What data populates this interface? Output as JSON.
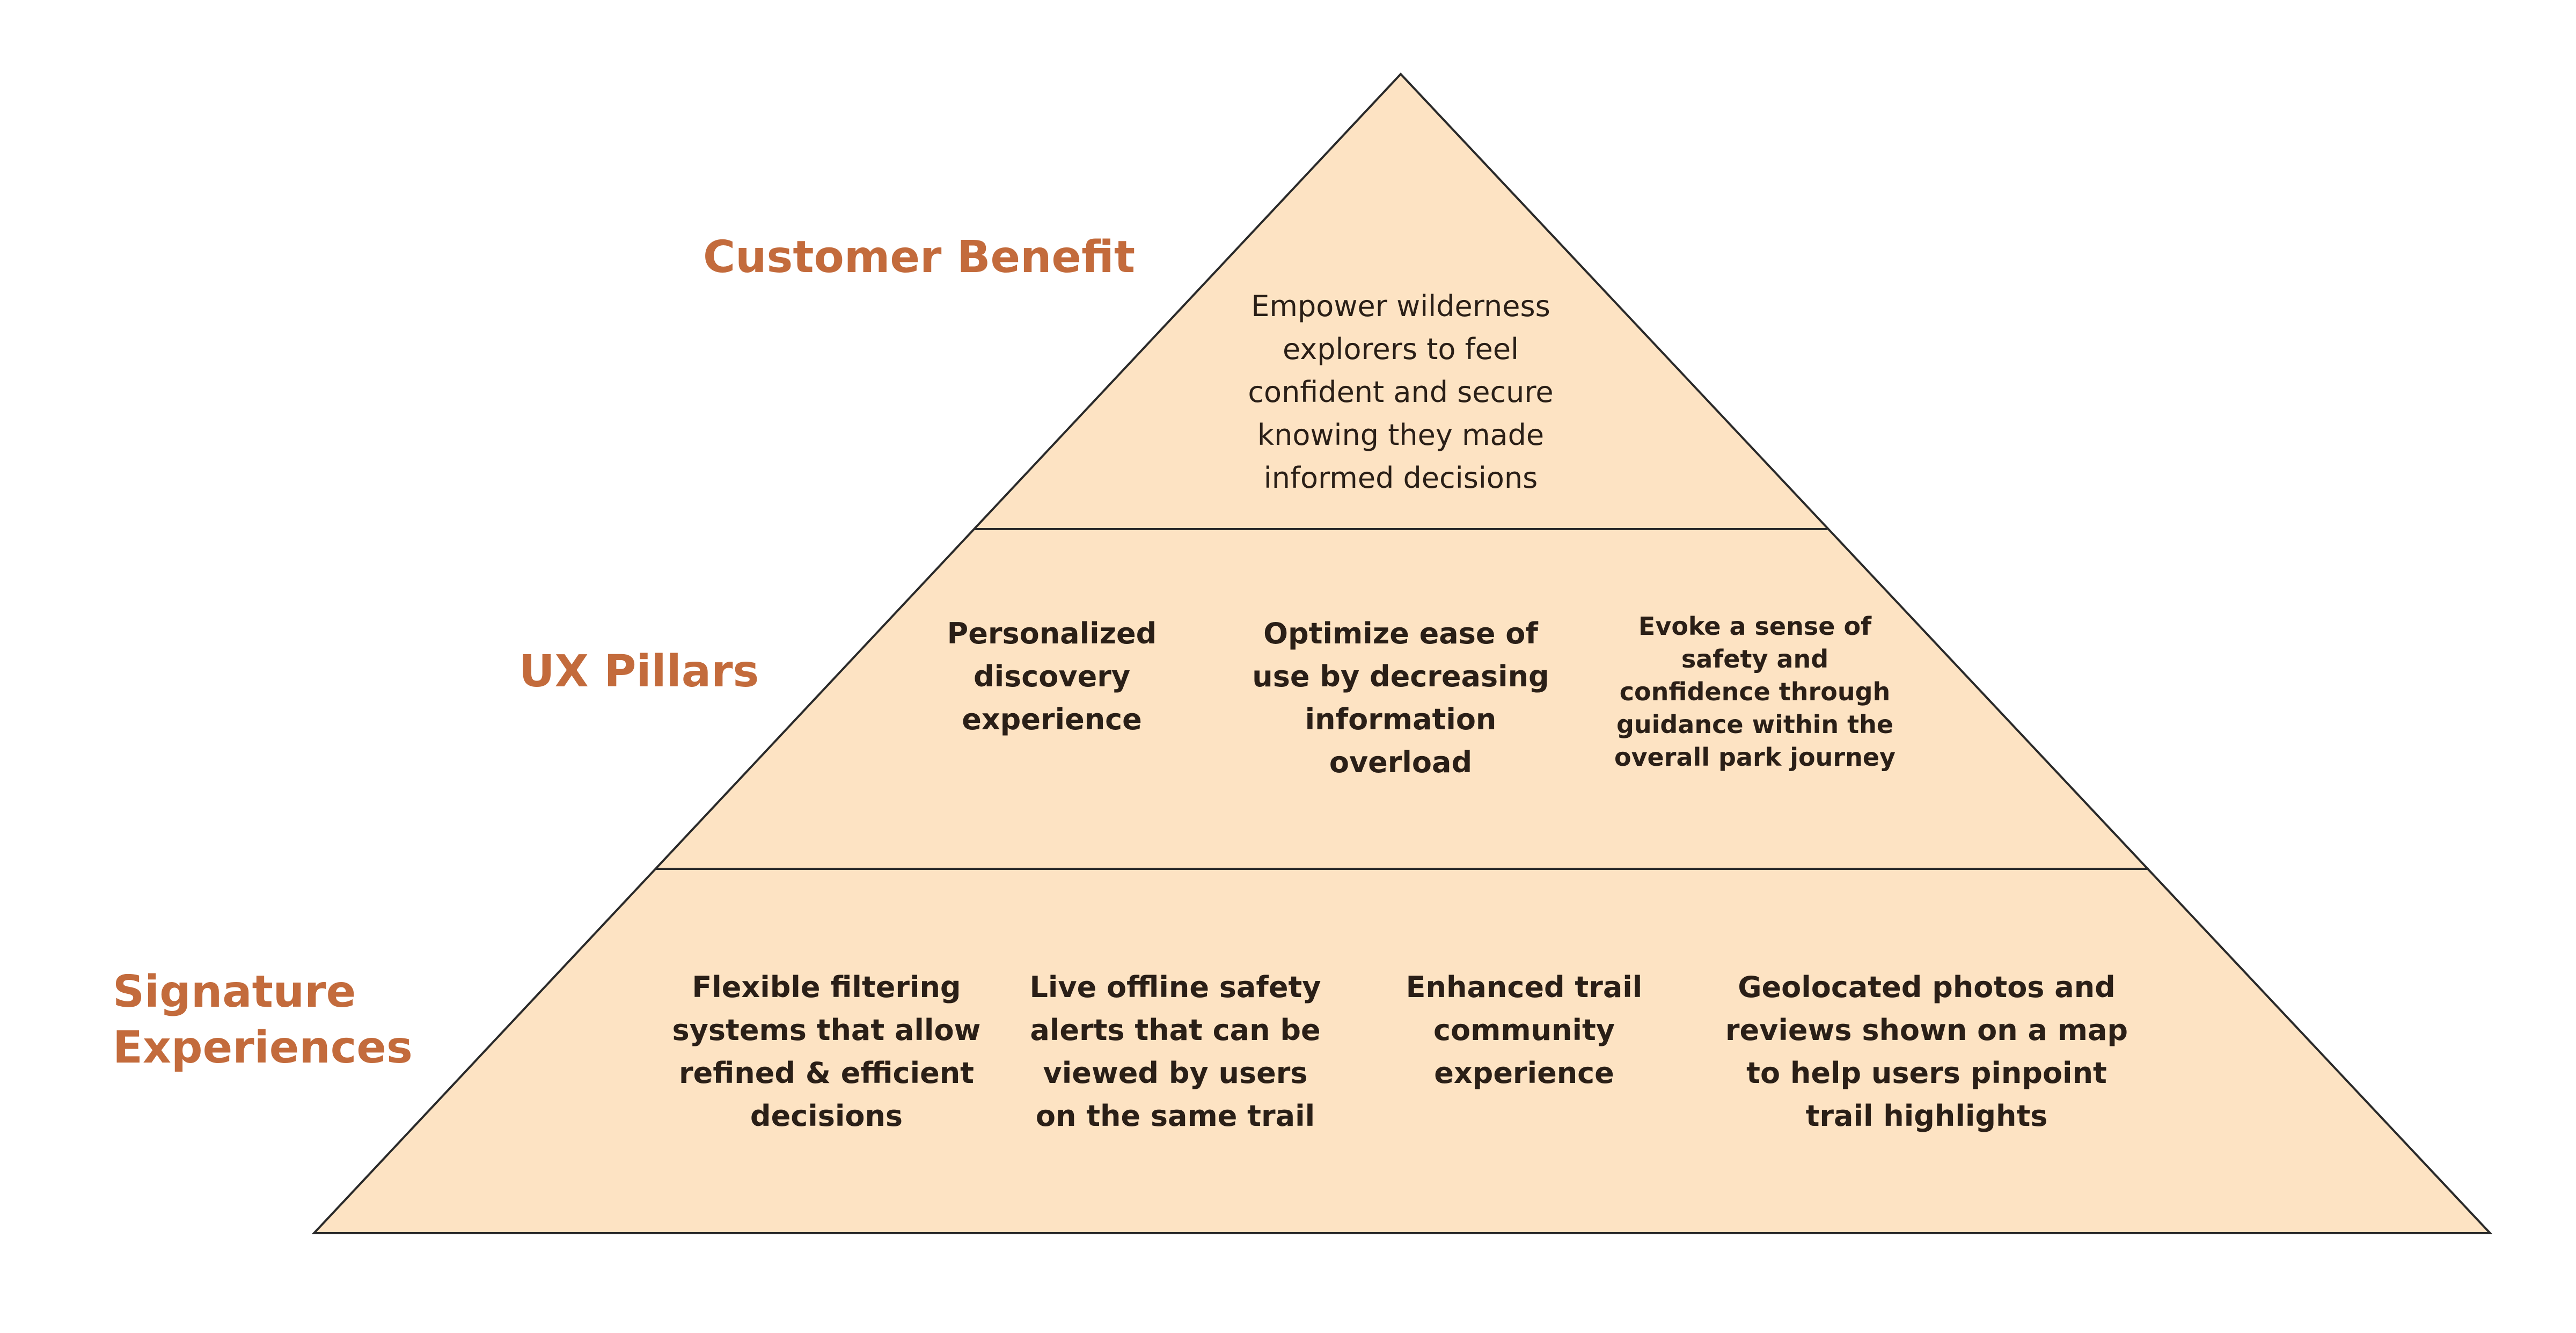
{
  "colors": {
    "fill": "#FDE3C3",
    "stroke": "#2A2A2A",
    "accent": "#C36B3C",
    "text": "#2A1F17"
  },
  "tiers": {
    "customer_benefit": {
      "label": "Customer Benefit",
      "text": "Empower wilderness\nexplorers to feel\nconfident and secure\nknowing they made\ninformed decisions"
    },
    "ux_pillars": {
      "label": "UX Pillars",
      "items": [
        "Personalized\ndiscovery\nexperience",
        "Optimize ease of\nuse by decreasing\ninformation\noverload",
        "Evoke a sense of\nsafety and\nconfidence through\nguidance within the\noverall park journey"
      ]
    },
    "signature_experiences": {
      "label": "Signature\nExperiences",
      "items": [
        "Flexible filtering\nsystems that allow\nrefined & efficient\ndecisions",
        "Live offline safety\nalerts that can be\nviewed by users\non the same trail",
        "Enhanced trail\ncommunity\nexperience",
        "Geolocated photos and\nreviews shown on a map\nto help users pinpoint\ntrail highlights"
      ]
    }
  }
}
